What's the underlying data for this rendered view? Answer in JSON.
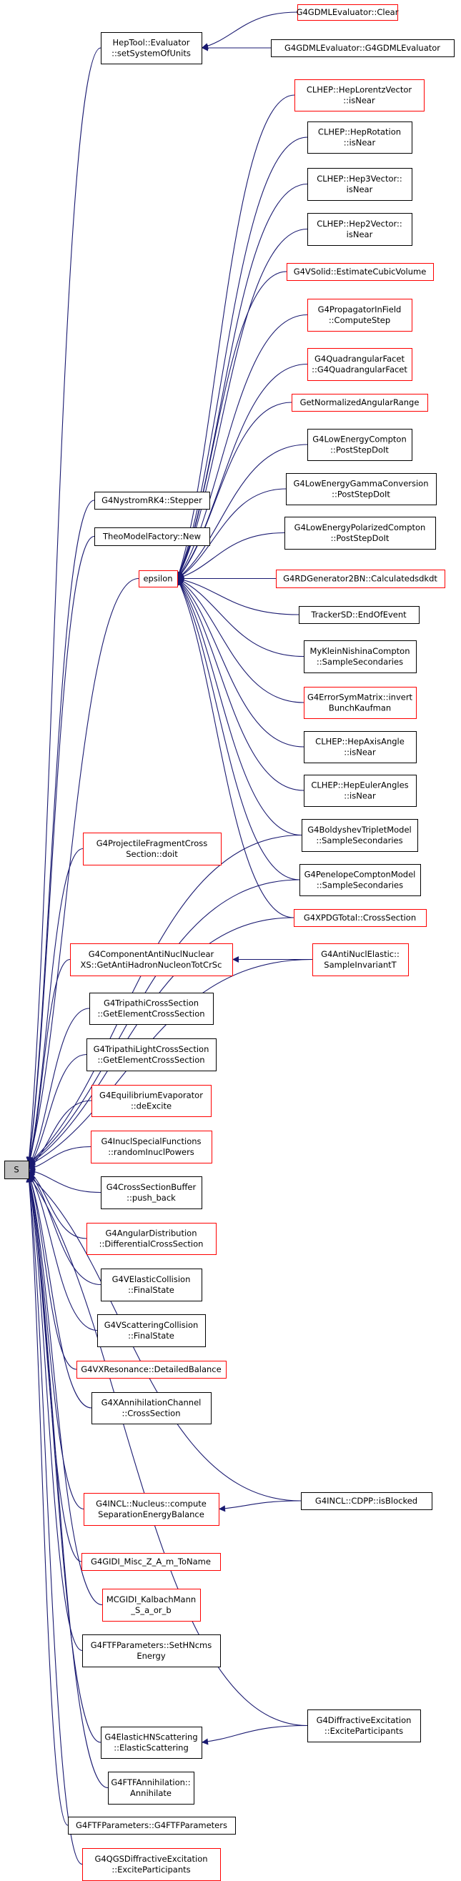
{
  "colors": {
    "edge": "#191970",
    "box_black": "#000000",
    "box_red": "#ff0000",
    "root_fill": "#bfbfbf",
    "background": "#ffffff"
  },
  "nodes": [
    {
      "id": "s",
      "lines": [
        "S"
      ],
      "border": "black",
      "fill": "gray"
    },
    {
      "id": "heptool-setsystemofunits",
      "lines": [
        "HepTool::Evaluator",
        "::setSystemOfUnits"
      ],
      "border": "black"
    },
    {
      "id": "g4gdmlevaluator-clear",
      "lines": [
        "G4GDMLEvaluator::Clear"
      ],
      "border": "red"
    },
    {
      "id": "g4gdmlevaluator-ctor",
      "lines": [
        "G4GDMLEvaluator::G4GDMLEvaluator"
      ],
      "border": "black"
    },
    {
      "id": "epsilon",
      "lines": [
        "epsilon"
      ],
      "border": "red"
    },
    {
      "id": "hep-lorentzvector-isnear",
      "lines": [
        "CLHEP::HepLorentzVector",
        "::isNear"
      ],
      "border": "red"
    },
    {
      "id": "hep-rotation-isnear",
      "lines": [
        "CLHEP::HepRotation",
        "::isNear"
      ],
      "border": "black"
    },
    {
      "id": "hep3vector-isnear",
      "lines": [
        "CLHEP::Hep3Vector::",
        "isNear"
      ],
      "border": "black"
    },
    {
      "id": "hep2vector-isnear",
      "lines": [
        "CLHEP::Hep2Vector::",
        "isNear"
      ],
      "border": "black"
    },
    {
      "id": "g4vsolid-estimatecubicvolume",
      "lines": [
        "G4VSolid::EstimateCubicVolume"
      ],
      "border": "red"
    },
    {
      "id": "g4propagatorinfield-computestep",
      "lines": [
        "G4PropagatorInField",
        "::ComputeStep"
      ],
      "border": "red"
    },
    {
      "id": "g4quadrangularfacet",
      "lines": [
        "G4QuadrangularFacet",
        "::G4QuadrangularFacet"
      ],
      "border": "red"
    },
    {
      "id": "getnormalizedangularrange",
      "lines": [
        "GetNormalizedAngularRange"
      ],
      "border": "red"
    },
    {
      "id": "g4lowenergycompton-poststepdoit",
      "lines": [
        "G4LowEnergyCompton",
        "::PostStepDoIt"
      ],
      "border": "black"
    },
    {
      "id": "g4lowenergygammaconversion-poststepdoit",
      "lines": [
        "G4LowEnergyGammaConversion",
        "::PostStepDoIt"
      ],
      "border": "black"
    },
    {
      "id": "g4lowenergypolarizedcompton-poststepdoit",
      "lines": [
        "G4LowEnergyPolarizedCompton",
        "::PostStepDoIt"
      ],
      "border": "black"
    },
    {
      "id": "g4rdgenerator2bn-calculatedsdkdt",
      "lines": [
        "G4RDGenerator2BN::Calculatedsdkdt"
      ],
      "border": "red"
    },
    {
      "id": "trackersd-endofevent",
      "lines": [
        "TrackerSD::EndOfEvent"
      ],
      "border": "black"
    },
    {
      "id": "mykleinnishinacompton-samplesecondaries",
      "lines": [
        "MyKleinNishinaCompton",
        "::SampleSecondaries"
      ],
      "border": "black"
    },
    {
      "id": "g4errorsymmatrix-invertbunchkaufman",
      "lines": [
        "G4ErrorSymMatrix::invert",
        "BunchKaufman"
      ],
      "border": "red"
    },
    {
      "id": "hepaxisangle-isnear",
      "lines": [
        "CLHEP::HepAxisAngle",
        "::isNear"
      ],
      "border": "black"
    },
    {
      "id": "hepeulerangles-isnear",
      "lines": [
        "CLHEP::HepEulerAngles",
        "::isNear"
      ],
      "border": "black"
    },
    {
      "id": "g4boldyshevtripletmodel-samplesecondaries",
      "lines": [
        "G4BoldyshevTripletModel",
        "::SampleSecondaries"
      ],
      "border": "black"
    },
    {
      "id": "g4penelopecomptonmodel-samplesecondaries",
      "lines": [
        "G4PenelopeComptonModel",
        "::SampleSecondaries"
      ],
      "border": "black"
    },
    {
      "id": "g4xpdgtotal-crosssection",
      "lines": [
        "G4XPDGTotal::CrossSection"
      ],
      "border": "red"
    },
    {
      "id": "g4nystromrk4-stepper",
      "lines": [
        "G4NystromRK4::Stepper"
      ],
      "border": "black"
    },
    {
      "id": "theomodelfactory-new",
      "lines": [
        "TheoModelFactory::New"
      ],
      "border": "black"
    },
    {
      "id": "g4projectilefragmentcrosssection-doit",
      "lines": [
        "G4ProjectileFragmentCross",
        "Section::doit"
      ],
      "border": "red"
    },
    {
      "id": "g4componentantinuclnuclearxs",
      "lines": [
        "G4ComponentAntiNuclNuclear",
        "XS::GetAntiHadronNucleonTotCrSc"
      ],
      "border": "red"
    },
    {
      "id": "g4antinuclelastic-sampleinvariantt",
      "lines": [
        "G4AntiNuclElastic::",
        "SampleInvariantT"
      ],
      "border": "red"
    },
    {
      "id": "g4tripathicrosssection",
      "lines": [
        "G4TripathiCrossSection",
        "::GetElementCrossSection"
      ],
      "border": "black"
    },
    {
      "id": "g4tripathilightcrosssection",
      "lines": [
        "G4TripathiLightCrossSection",
        "::GetElementCrossSection"
      ],
      "border": "black"
    },
    {
      "id": "g4equilibriumevaporator-deexcite",
      "lines": [
        "G4EquilibriumEvaporator",
        "::deExcite"
      ],
      "border": "red"
    },
    {
      "id": "g4inuclspecialfunctions-randominuclpowers",
      "lines": [
        "G4InuclSpecialFunctions",
        "::randomInuclPowers"
      ],
      "border": "red"
    },
    {
      "id": "g4crosssectionbuffer-pushback",
      "lines": [
        "G4CrossSectionBuffer",
        "::push_back"
      ],
      "border": "black"
    },
    {
      "id": "g4angulardistribution-differentialcrosssection",
      "lines": [
        "G4AngularDistribution",
        "::DifferentialCrossSection"
      ],
      "border": "red"
    },
    {
      "id": "g4velasticcollision-finalstate",
      "lines": [
        "G4VElasticCollision",
        "::FinalState"
      ],
      "border": "black"
    },
    {
      "id": "g4vscatteringcollision-finalstate",
      "lines": [
        "G4VScatteringCollision",
        "::FinalState"
      ],
      "border": "black"
    },
    {
      "id": "g4vxresonance-detailedbalance",
      "lines": [
        "G4VXResonance::DetailedBalance"
      ],
      "border": "red"
    },
    {
      "id": "g4xannihilationchannel-crosssection",
      "lines": [
        "G4XAnnihilationChannel",
        "::CrossSection"
      ],
      "border": "black"
    },
    {
      "id": "g4incl-nucleus-computeseparationenergybalance",
      "lines": [
        "G4INCL::Nucleus::compute",
        "SeparationEnergyBalance"
      ],
      "border": "red"
    },
    {
      "id": "g4incl-cdpp-isblocked",
      "lines": [
        "G4INCL::CDPP::isBlocked"
      ],
      "border": "black"
    },
    {
      "id": "g4gidi-misc-z-a-m-toname",
      "lines": [
        "G4GIDI_Misc_Z_A_m_ToName"
      ],
      "border": "red"
    },
    {
      "id": "mcgidi-kalbachmann-s-a-or-b",
      "lines": [
        "MCGIDI_KalbachMann",
        "_S_a_or_b"
      ],
      "border": "red"
    },
    {
      "id": "g4ftfparameters-sethncmsenergy",
      "lines": [
        "G4FTFParameters::SetHNcms",
        "Energy"
      ],
      "border": "black"
    },
    {
      "id": "g4elastichnscattering-elasticscattering",
      "lines": [
        "G4ElasticHNScattering",
        "::ElasticScattering"
      ],
      "border": "black"
    },
    {
      "id": "g4diffractiveexcitation-exciteparticipants",
      "lines": [
        "G4DiffractiveExcitation",
        "::ExciteParticipants"
      ],
      "border": "black"
    },
    {
      "id": "g4ftfannihilation-annihilate",
      "lines": [
        "G4FTFAnnihilation::",
        "Annihilate"
      ],
      "border": "black"
    },
    {
      "id": "g4ftfparameters-ctor",
      "lines": [
        "G4FTFParameters::G4FTFParameters"
      ],
      "border": "black"
    },
    {
      "id": "g4qgsdiffractiveexcitation-exciteparticipants",
      "lines": [
        "G4QGSDiffractiveExcitation",
        "::ExciteParticipants"
      ],
      "border": "red"
    }
  ]
}
